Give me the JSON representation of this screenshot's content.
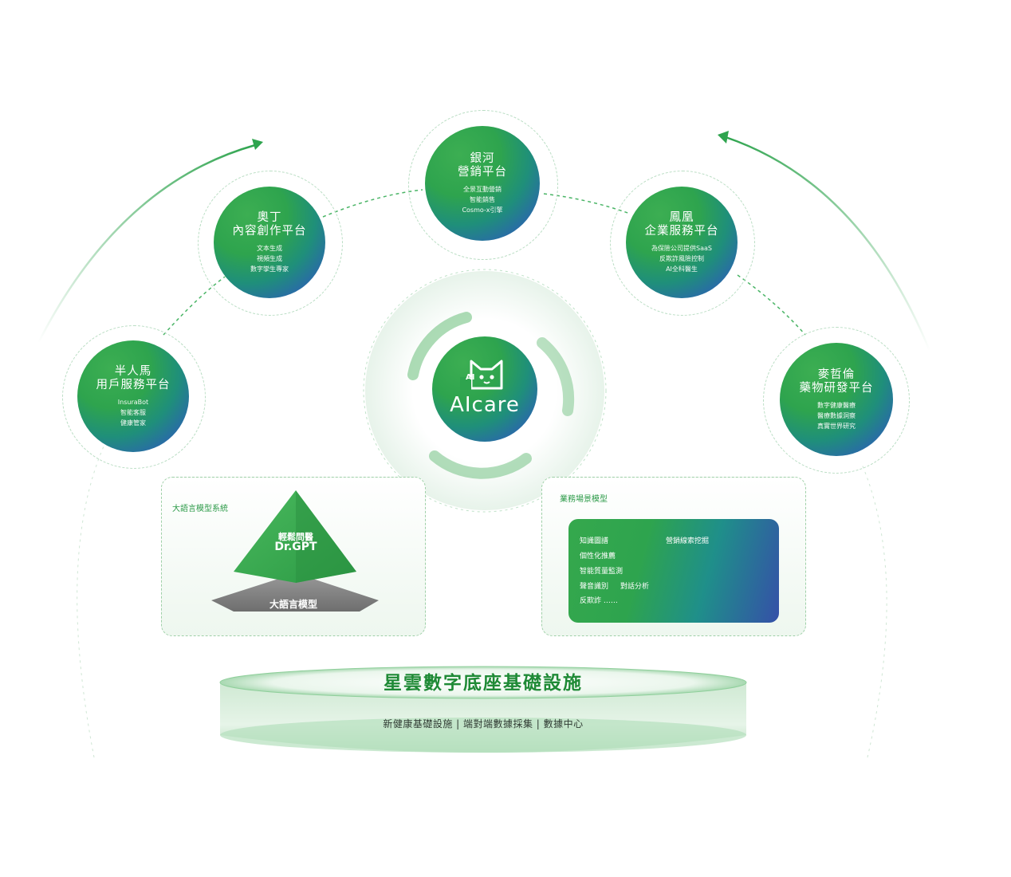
{
  "center": {
    "logo_text": "AIcare",
    "badge_text": "AI"
  },
  "nodes": [
    {
      "title_line1": "半人馬",
      "title_line2": "用戶服務平台",
      "items": [
        "InsuraBot",
        "智能客服",
        "健康管家"
      ]
    },
    {
      "title_line1": "奧丁",
      "title_line2": "內容創作平台",
      "items": [
        "文本生成",
        "視頻生成",
        "數字孿生專家"
      ]
    },
    {
      "title_line1": "銀河",
      "title_line2": "營銷平台",
      "items": [
        "全景互動營銷",
        "智能銷售",
        "Cosmo-x引擎"
      ]
    },
    {
      "title_line1": "鳳凰",
      "title_line2": "企業服務平台",
      "items": [
        "為保險公司提供SaaS",
        "反欺詐風險控制",
        "AI全科醫生"
      ]
    },
    {
      "title_line1": "麥哲倫",
      "title_line2": "藥物研發平台",
      "items": [
        "數字健康醫療",
        "醫療數據洞察",
        "真實世界研究"
      ]
    }
  ],
  "llm_panel": {
    "title": "大語言模型系統",
    "pyramid_top_line1": "輕鬆問醫",
    "pyramid_top_line2": "Dr.GPT",
    "pyramid_base": "大語言模型"
  },
  "scene_panel": {
    "title": "業務場景模型",
    "items": [
      "知識圖譜",
      "營銷線索挖掘",
      "個性化推薦",
      "智能質量監測",
      "聲音識別",
      "對話分析",
      "反欺詐 ……"
    ]
  },
  "base": {
    "title": "星雲數字底座基礎設施",
    "subtitle": "新健康基礎設施 | 端對端數據採集 | 數據中心"
  },
  "colors": {
    "green": "#2ea44e",
    "dark_green": "#1f8a36",
    "blue": "#3550a8",
    "dash": "#4bb567"
  }
}
